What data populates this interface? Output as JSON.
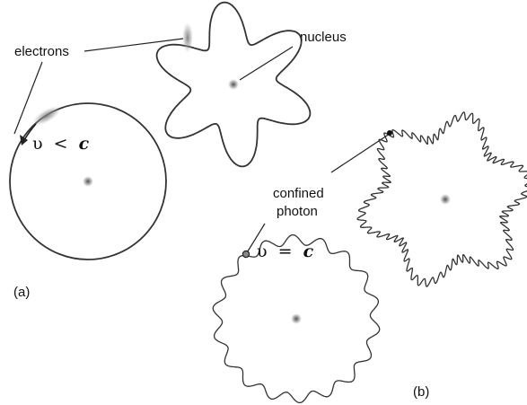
{
  "labels": {
    "electrons": "electrons",
    "nucleus": "nucleus",
    "confined_photon_line1": "confined",
    "confined_photon_line2": "photon",
    "panel_a": "(a)",
    "panel_b": "(b)"
  },
  "equations": {
    "a": {
      "lhs": "υ",
      "op": "<",
      "rhs": "c"
    },
    "b": {
      "lhs": "υ",
      "op": "=",
      "rhs": "c"
    }
  },
  "colors": {
    "stroke": "#333333",
    "nucleus": "#555555",
    "electron_cloud": "#8a8a8a"
  }
}
